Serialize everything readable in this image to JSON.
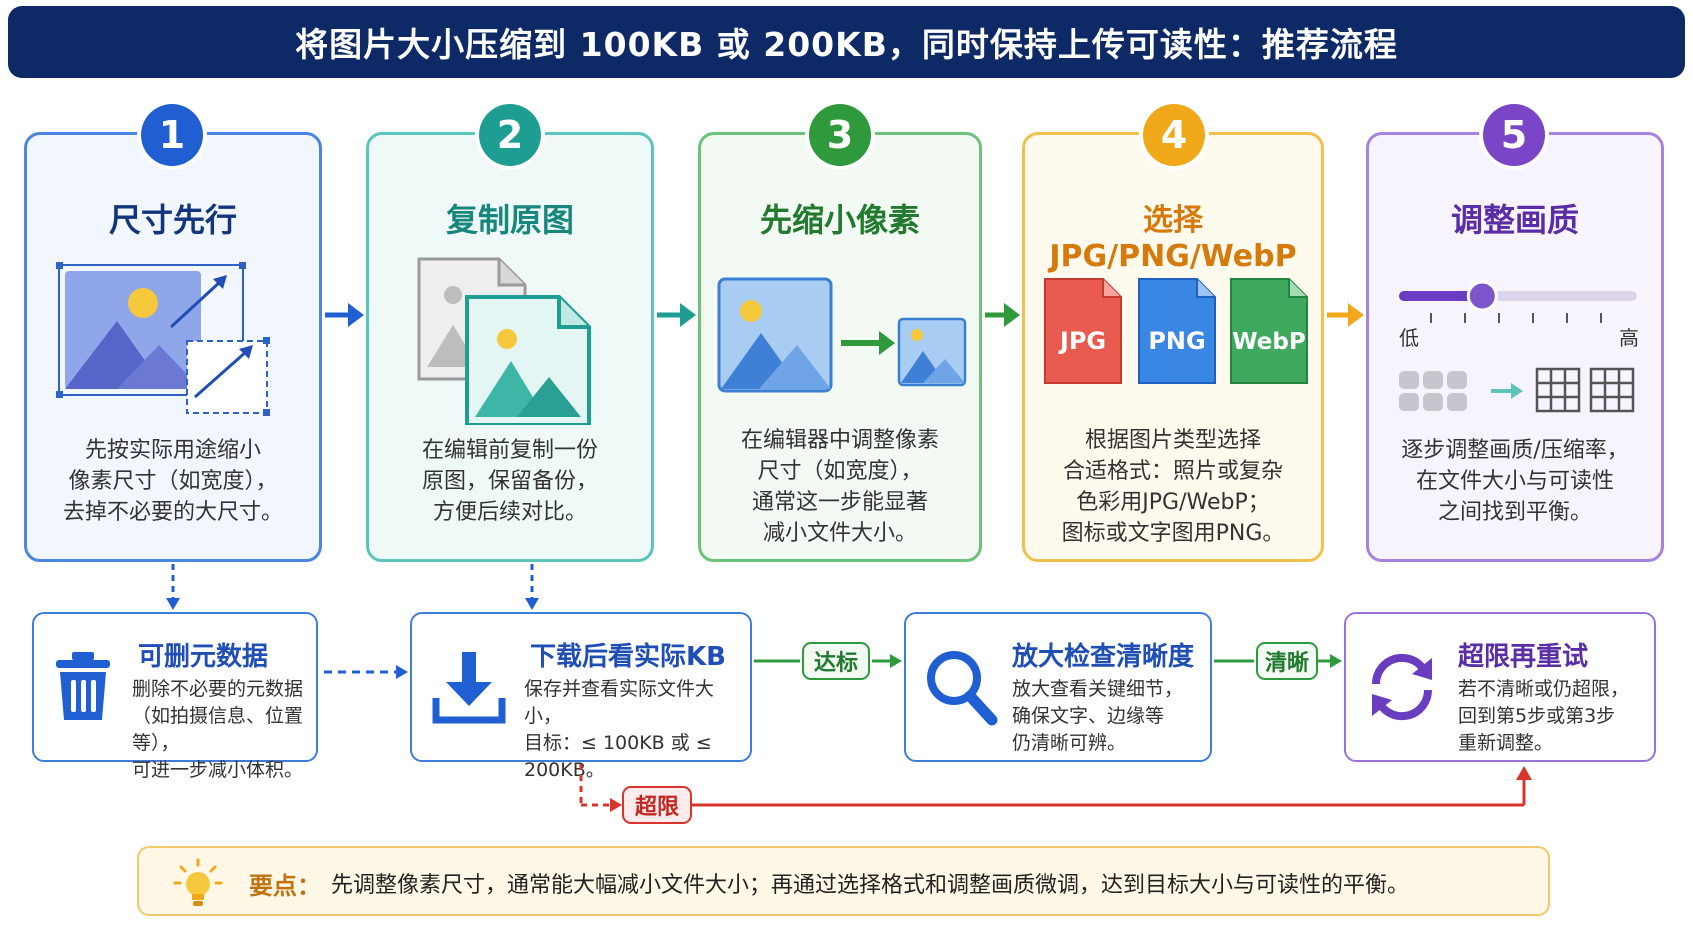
{
  "title": "将图片大小压缩到 100KB 或 200KB，同时保持上传可读性：推荐流程",
  "steps": [
    {
      "number": "1",
      "title": "尺寸先行",
      "desc": "先按实际用途缩小\n像素尺寸（如宽度），\n去掉不必要的大尺寸。",
      "color": "#1f5fd1"
    },
    {
      "number": "2",
      "title": "复制原图",
      "desc": "在编辑前复制一份\n原图，保留备份，\n方便后续对比。",
      "color": "#1e9e93"
    },
    {
      "number": "3",
      "title": "先缩小像素",
      "desc": "在编辑器中调整像素\n尺寸（如宽度），\n通常这一步能显著\n减小文件大小。",
      "color": "#2e9a3c"
    },
    {
      "number": "4",
      "title": "选择JPG/PNG/WebP",
      "desc": "根据图片类型选择\n合适格式：照片或复杂\n色彩用JPG/WebP；\n图标或文字图用PNG。",
      "color": "#e79a12"
    },
    {
      "number": "5",
      "title": "调整画质",
      "desc": "逐步调整画质/压缩率，\n在文件大小与可读性\n之间找到平衡。",
      "color": "#7a45c6"
    }
  ],
  "formats": [
    "JPG",
    "PNG",
    "WebP"
  ],
  "quality_slider": {
    "low_label": "低",
    "high_label": "高",
    "value": 0.35
  },
  "boxes": [
    {
      "title": "可删元数据",
      "desc": "删除不必要的元数据\n（如拍摄信息、位置等），\n可进一步减小体积。",
      "color": "#1f5fd1"
    },
    {
      "title": "下载后看实际KB",
      "desc": "保存并查看实际文件大小，\n目标：≤ 100KB 或 ≤ 200KB。",
      "color": "#1f5fd1"
    },
    {
      "title": "放大检查清晰度",
      "desc": "放大查看关键细节，\n确保文字、边缘等\n仍清晰可辨。",
      "color": "#1f5fd1"
    },
    {
      "title": "超限再重试",
      "desc": "若不清晰或仍超限，\n回到第5步或第3步\n重新调整。",
      "color": "#7a45c6"
    }
  ],
  "tags": {
    "pass": "达标",
    "clear": "清晰",
    "over": "超限"
  },
  "tip": {
    "label": "要点：",
    "text": "先调整像素尺寸，通常能大幅减小文件大小；再通过选择格式和调整画质微调，达到目标大小与可读性的平衡。"
  }
}
